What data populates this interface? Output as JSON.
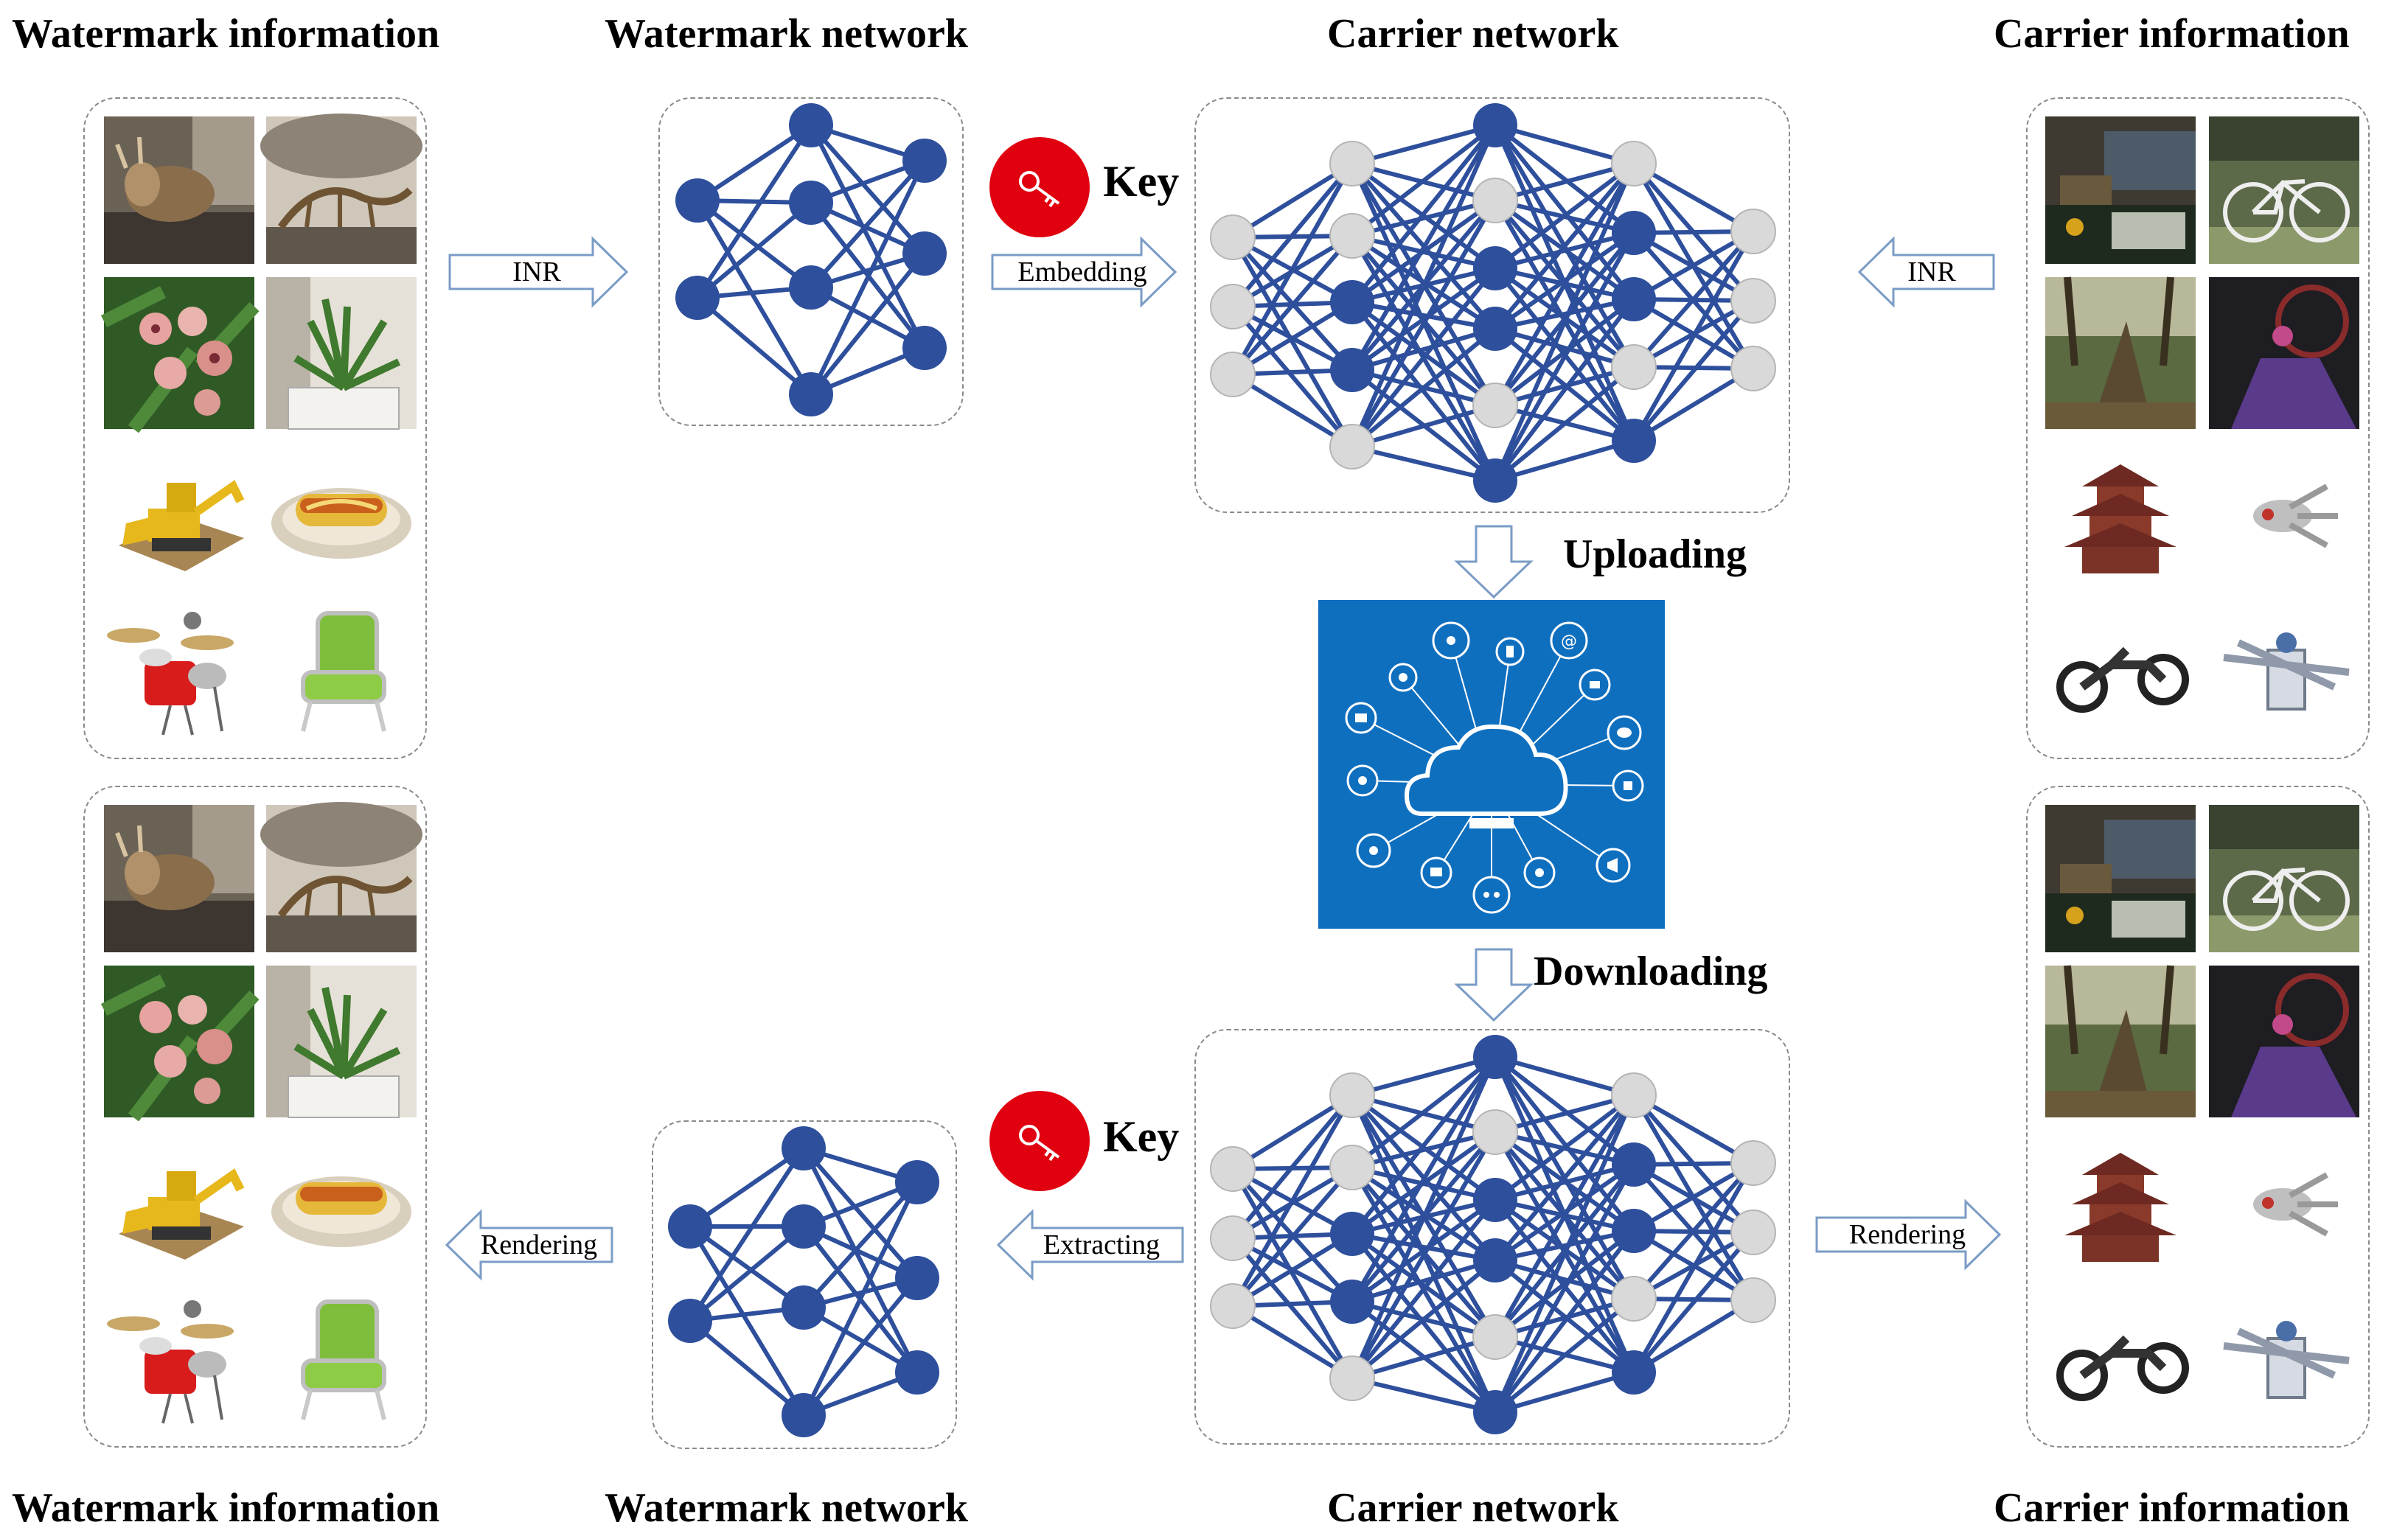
{
  "headings": {
    "top_watermark_info": "Watermark information",
    "top_watermark_net": "Watermark network",
    "top_carrier_net": "Carrier network",
    "top_carrier_info": "Carrier information",
    "bottom_watermark_info": "Watermark information",
    "bottom_watermark_net": "Watermark network",
    "bottom_carrier_net": "Carrier network",
    "bottom_carrier_info": "Carrier information"
  },
  "arrows": {
    "inr_left": "INR",
    "embedding": "Embedding",
    "inr_right": "INR",
    "rendering_left": "Rendering",
    "extracting": "Extracting",
    "rendering_right": "Rendering"
  },
  "flow": {
    "uploading": "Uploading",
    "downloading": "Downloading"
  },
  "key": {
    "top": "Key",
    "bottom": "Key"
  },
  "colors": {
    "node_dark": "#2e4f9c",
    "node_light": "#d9d9d9",
    "edge": "#2e4f9c",
    "key_red": "#e0000f",
    "cloud_blue": "#0f6fbf",
    "arrow_outline": "#7a9cc6"
  },
  "images": {
    "watermark": [
      "triceratops-skeleton-icon",
      "dinosaur-skeleton-hall-icon",
      "orchid-flowers-icon",
      "potted-palm-icon",
      "lego-bulldozer-icon",
      "hotdog-plate-icon",
      "drum-kit-icon",
      "green-armchair-icon"
    ],
    "carrier": [
      "living-room-icon",
      "bicycle-park-icon",
      "forest-stump-icon",
      "bicycle-purple-cloth-icon",
      "pagoda-tower-icon",
      "spaceship-icon",
      "motorcycle-icon",
      "robot-ship-icon"
    ]
  },
  "cloud": {
    "icon": "cloud-computing-icon"
  }
}
